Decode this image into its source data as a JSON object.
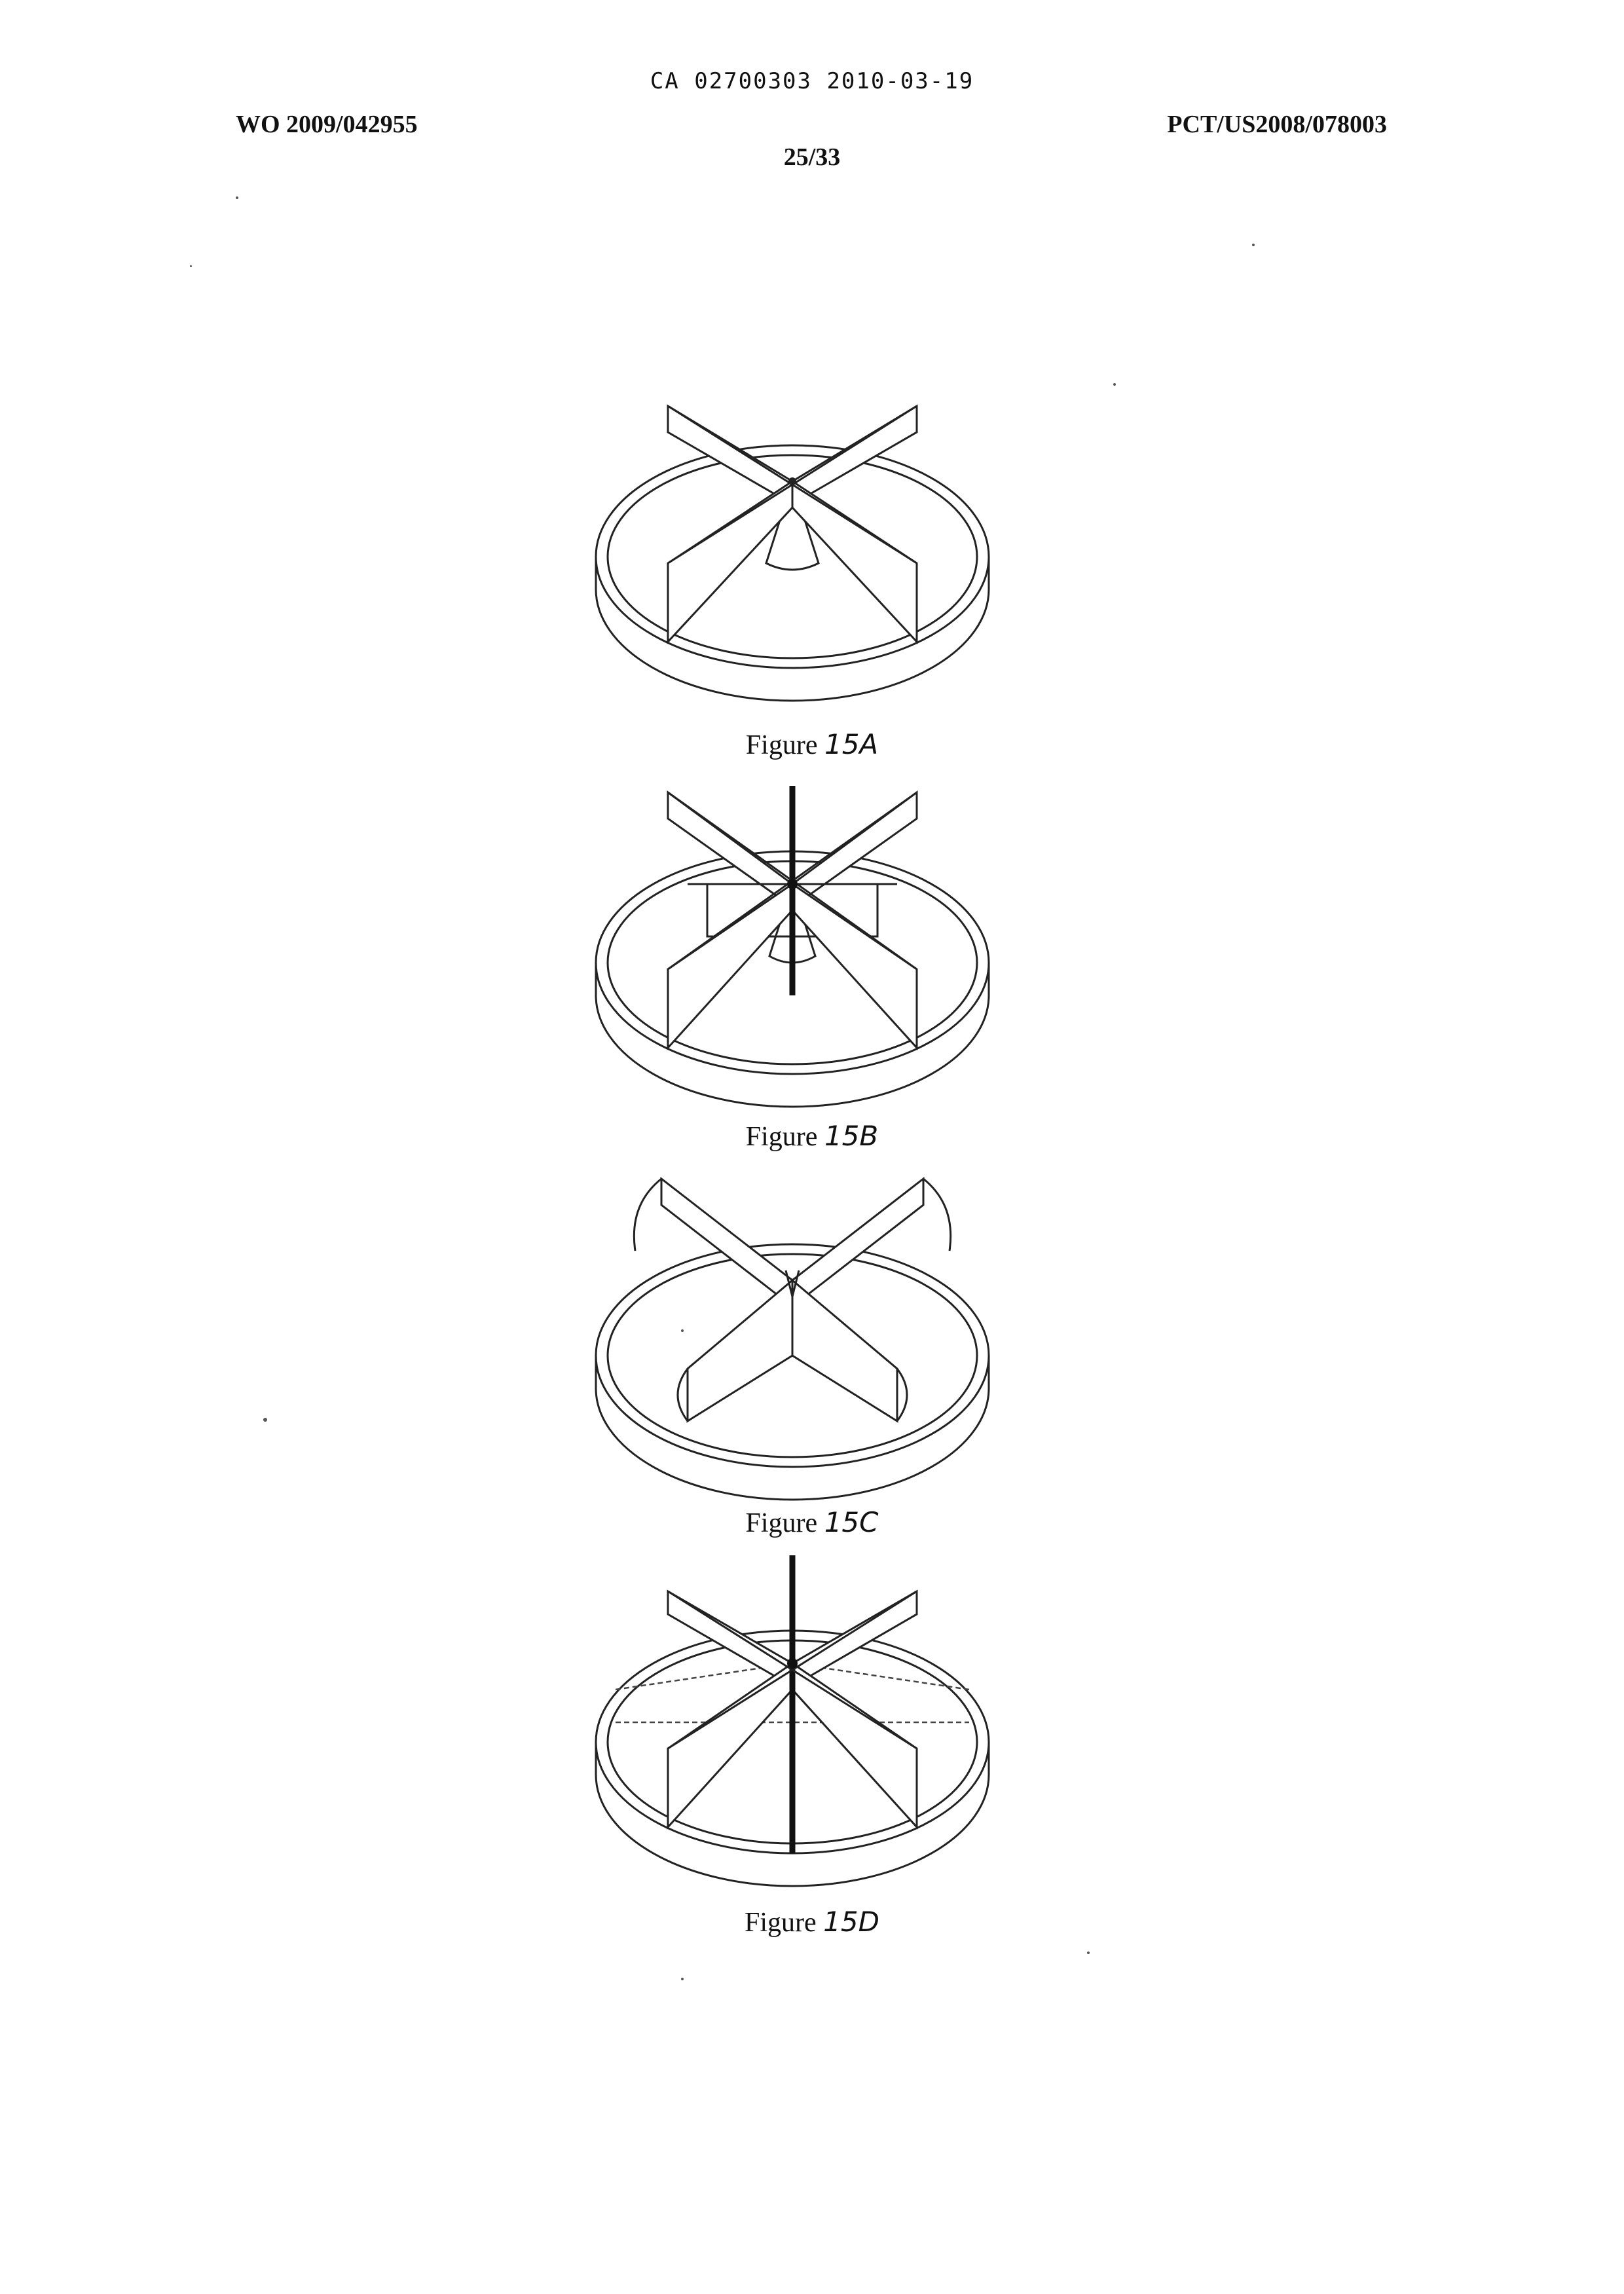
{
  "header": {
    "ca_number": "CA 02700303 2010-03-19",
    "wo_number": "WO 2009/042955",
    "pct_number": "PCT/US2008/078003",
    "page_number": "25/33"
  },
  "figures": [
    {
      "label": "Figure",
      "number": "15A"
    },
    {
      "label": "Figure",
      "number": "15B"
    },
    {
      "label": "Figure",
      "number": "15C"
    },
    {
      "label": "Figure",
      "number": "15D"
    }
  ]
}
